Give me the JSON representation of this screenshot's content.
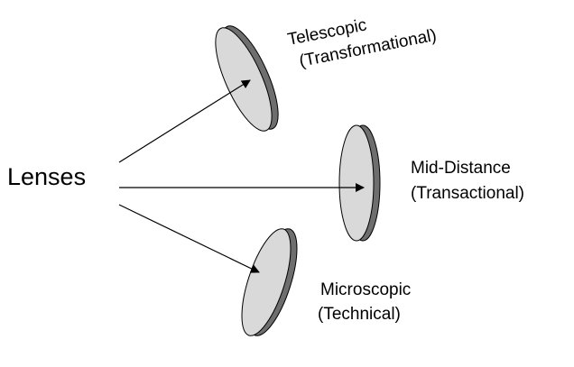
{
  "diagram": {
    "source_label": "Lenses",
    "lenses": [
      {
        "line1": "Telescopic",
        "line2": "(Transformational)"
      },
      {
        "line1": "Mid-Distance",
        "line2": "(Transactional)"
      },
      {
        "line1": "Microscopic",
        "line2": "(Technical)"
      }
    ]
  }
}
